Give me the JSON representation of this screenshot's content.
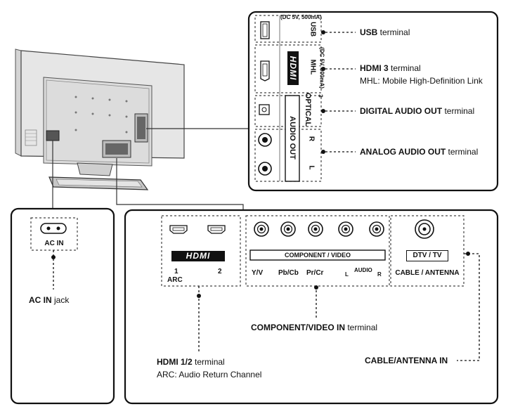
{
  "top_panel": {
    "usb_rating": "(DC 5V, 500mA)",
    "usb_tag": "USB",
    "mhl_tag": "MHL",
    "mhl_rating": "(DC 5V, 900mA)",
    "mhl_port_number": "3",
    "hdmi_logo": "HDMI",
    "optical_tag": "OPTICAL",
    "audio_out_tag": "AUDIO OUT",
    "r_tag": "R",
    "l_tag": "L"
  },
  "callouts": {
    "usb_bold": "USB",
    "usb_rest": " terminal",
    "hdmi3_bold": "HDMI 3",
    "hdmi3_rest": " terminal",
    "mhl_note": "MHL: Mobile High-Definition Link",
    "digital_bold": "DIGITAL AUDIO OUT",
    "digital_rest": " terminal",
    "analog_bold": "ANALOG AUDIO OUT",
    "analog_rest": " terminal",
    "ac_bold": "AC IN",
    "ac_rest": " jack",
    "component_bold": "COMPONENT/VIDEO IN",
    "component_rest": " terminal",
    "hdmi12_bold": "HDMI 1/2",
    "hdmi12_rest": " terminal",
    "arc_note": "ARC: Audio Return Channel",
    "cable_bold": "CABLE/ANTENNA IN"
  },
  "ac_panel": {
    "tag": "AC IN"
  },
  "bottom_panel": {
    "hdmi_logo": "HDMI",
    "hdmi_port_1": "1",
    "hdmi_port_2": "2",
    "arc": "ARC",
    "component_tag": "COMPONENT / VIDEO",
    "jacks": [
      "Y/V",
      "Pb/Cb",
      "Pr/Cr"
    ],
    "audio_l": "L",
    "audio_word": "AUDIO",
    "audio_r": "R",
    "dtv_tag": "DTV / TV",
    "cable_tag": "CABLE / ANTENNA"
  }
}
